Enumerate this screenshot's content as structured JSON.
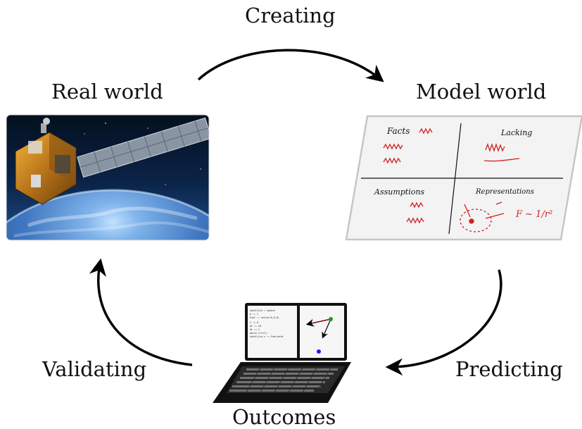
{
  "stages": {
    "creating": "Creating",
    "predicting": "Predicting",
    "validating": "Validating"
  },
  "nodes": {
    "real_world": "Real world",
    "model_world": "Model world",
    "outcomes": "Outcomes"
  },
  "model_sketch": {
    "quadrants": [
      "Facts",
      "Lacking",
      "Assumptions",
      "Representations"
    ],
    "formula": "F ~ 1/r²"
  },
  "laptop_code": [
    "satellite = sphere",
    "m := 1",
    "Fnet := vector(0,0,0)",
    "t := 0",
    "dt := 10",
    "dt := 1",
    "while (t<tf):",
    "  satellite.v := Fnet/m*dt"
  ],
  "colors": {
    "arrow": "#000000",
    "sketch_red": "#d32020",
    "sky_dark": "#0b1e3c",
    "earth_blue": "#3f76c0",
    "laptop_body": "#111111"
  }
}
